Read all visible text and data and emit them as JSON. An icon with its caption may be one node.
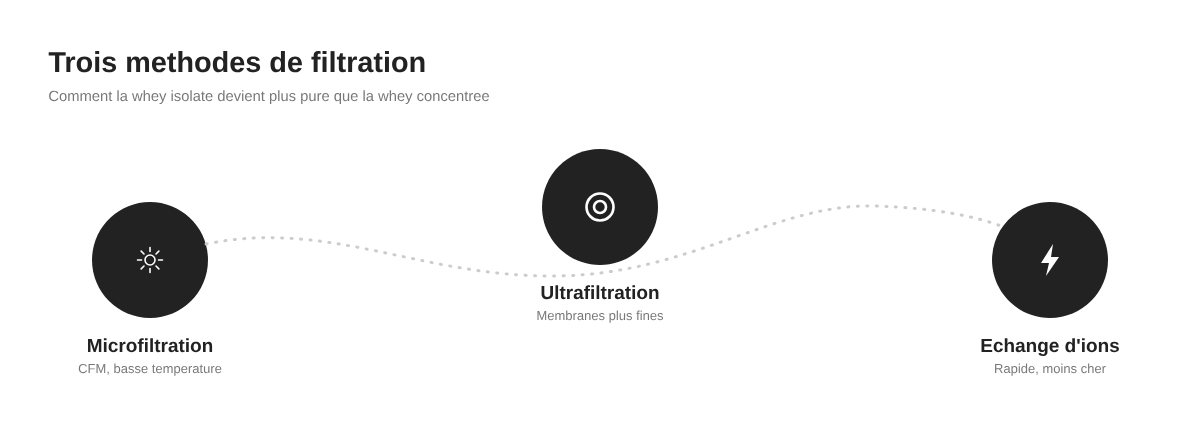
{
  "diagram": {
    "title": "Trois methodes de filtration",
    "nodes": [
      {
        "text": [
          "Microfiltration",
          "CFM, basse temperature"
        ]
      },
      {
        "text": [
          "Ultrafiltration",
          "Membranes plus fines"
        ]
      },
      {
        "text": [
          "Echange d'ions",
          "Rapide, moins cher"
        ]
      }
    ],
    "edges": [
      {
        "from": 0,
        "to": 2,
        "arrow": "none",
        "style": "dashed"
      }
    ],
    "labels": [
      "Comment la whey isolate devient plus pure que la whey concentree"
    ]
  }
}
